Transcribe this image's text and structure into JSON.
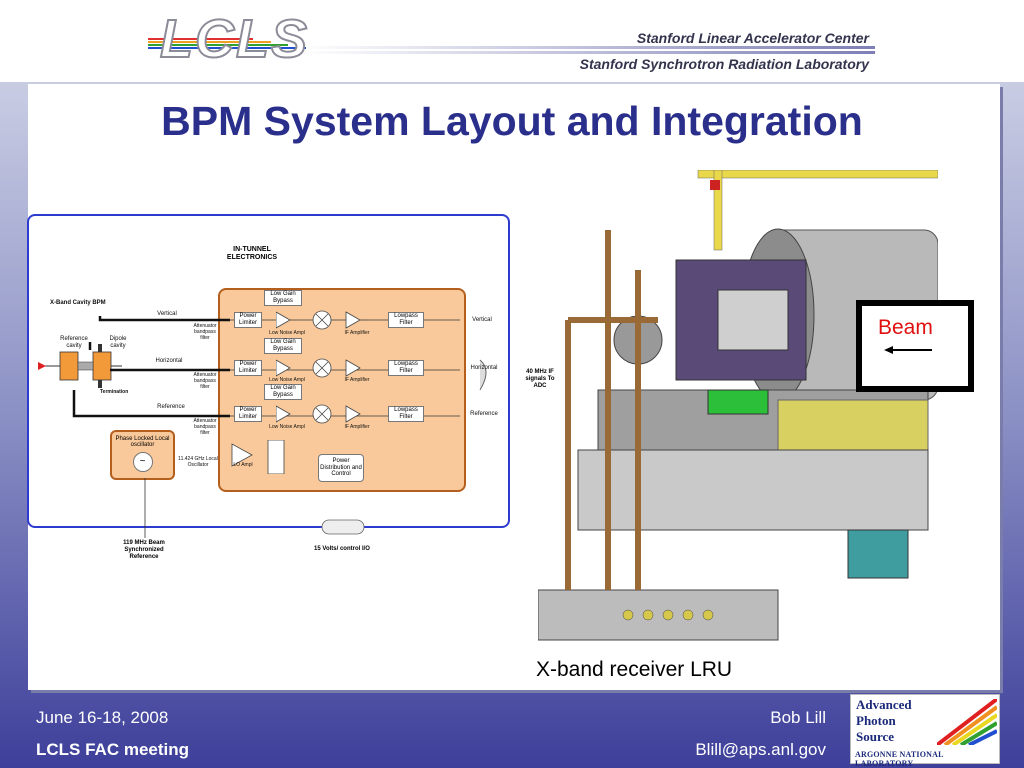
{
  "header": {
    "logo": "LCLS",
    "lab_line1": "Stanford Linear Accelerator Center",
    "lab_line2": "Stanford Synchrotron Radiation Laboratory"
  },
  "slide": {
    "title": "BPM System Layout and Integration"
  },
  "diagram": {
    "in_tunnel": "IN-TUNNEL ELECTRONICS",
    "xband_bpm": "X-Band Cavity BPM",
    "reference_cavity": "Reference cavity",
    "dipole_cavity": "Dipole cavity",
    "termination": "Termination",
    "ch_vertical": "Vertical",
    "ch_horizontal": "Horizontal",
    "ch_reference": "Reference",
    "attenuator": "Attenuator bandpass filter",
    "power_limiter": "Power Limiter",
    "low_gain_bypass": "Low Gain Bypass",
    "lna": "Low Noise Ampl",
    "if_amp": "IF Amplifier",
    "lowpass": "Lowpass Filter",
    "out_vertical": "Vertical",
    "out_horizontal": "Horizontal",
    "out_reference": "Reference",
    "if_out": "40 MHz IF signals To ADC",
    "plo": "Phase Locked Local oscillator",
    "lo_freq": "11.424 GHz Local Oscillator",
    "lo_amp": "LO Ampl",
    "power_dist": "Power Distribution and Control",
    "ref_119": "119 MHz Beam Synchronized Reference",
    "power_15v": "15 Volts/ control I/O"
  },
  "photo": {
    "caption": "X-band receiver LRU",
    "beam_label": "Beam"
  },
  "footer": {
    "date": "June 16-18, 2008",
    "meeting": "LCLS FAC meeting",
    "author": "Bob Lill",
    "email": "Blill@aps.anl.gov"
  },
  "aps_logo": {
    "line1": "Advanced",
    "line2": "Photon",
    "line3": "Source",
    "line4": "ARGONNE NATIONAL LABORATORY"
  },
  "colors": {
    "title": "#2b2f8c",
    "diagram_border": "#2e3bd1",
    "tunnel_fill": "#f9c99b",
    "beam_label": "#e01010"
  }
}
